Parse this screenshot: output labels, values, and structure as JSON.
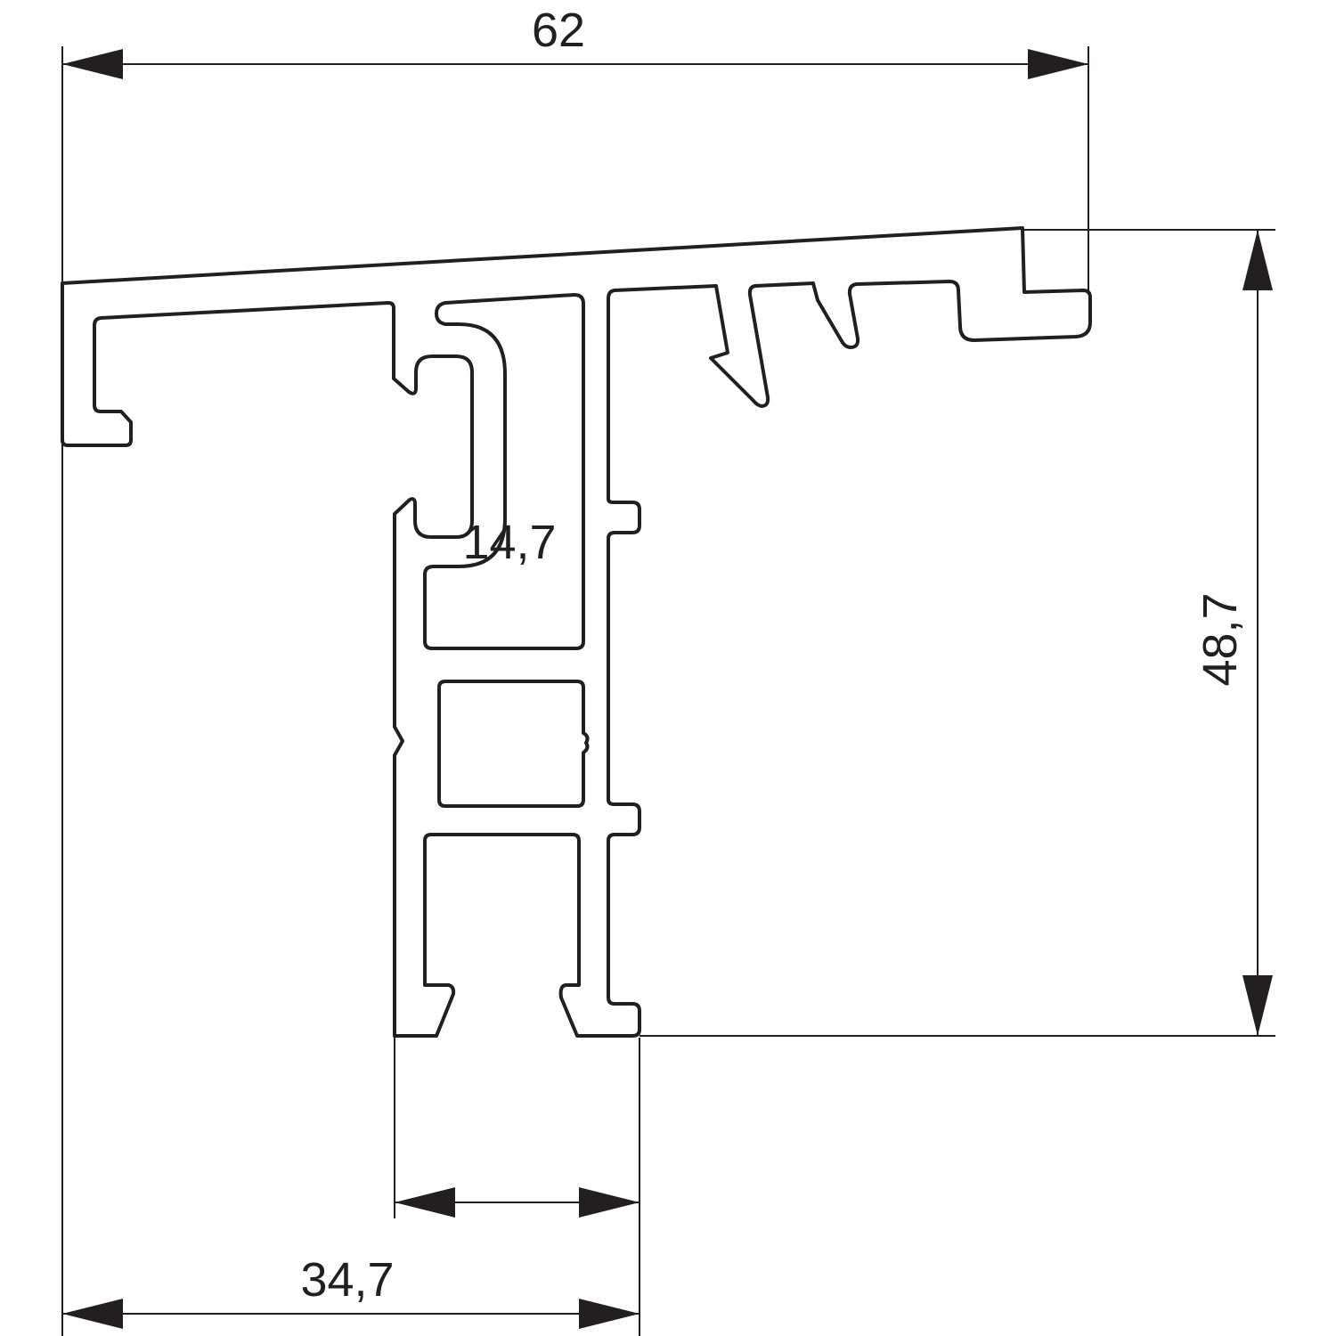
{
  "drawing": {
    "title": "Aluminium profile cross-section",
    "dimensions": {
      "overall_width": "62",
      "height": "48,7",
      "inner_width": "14,7",
      "offset_width": "34,7"
    },
    "colors": {
      "line": "#231f20",
      "background": "#ffffff"
    }
  }
}
